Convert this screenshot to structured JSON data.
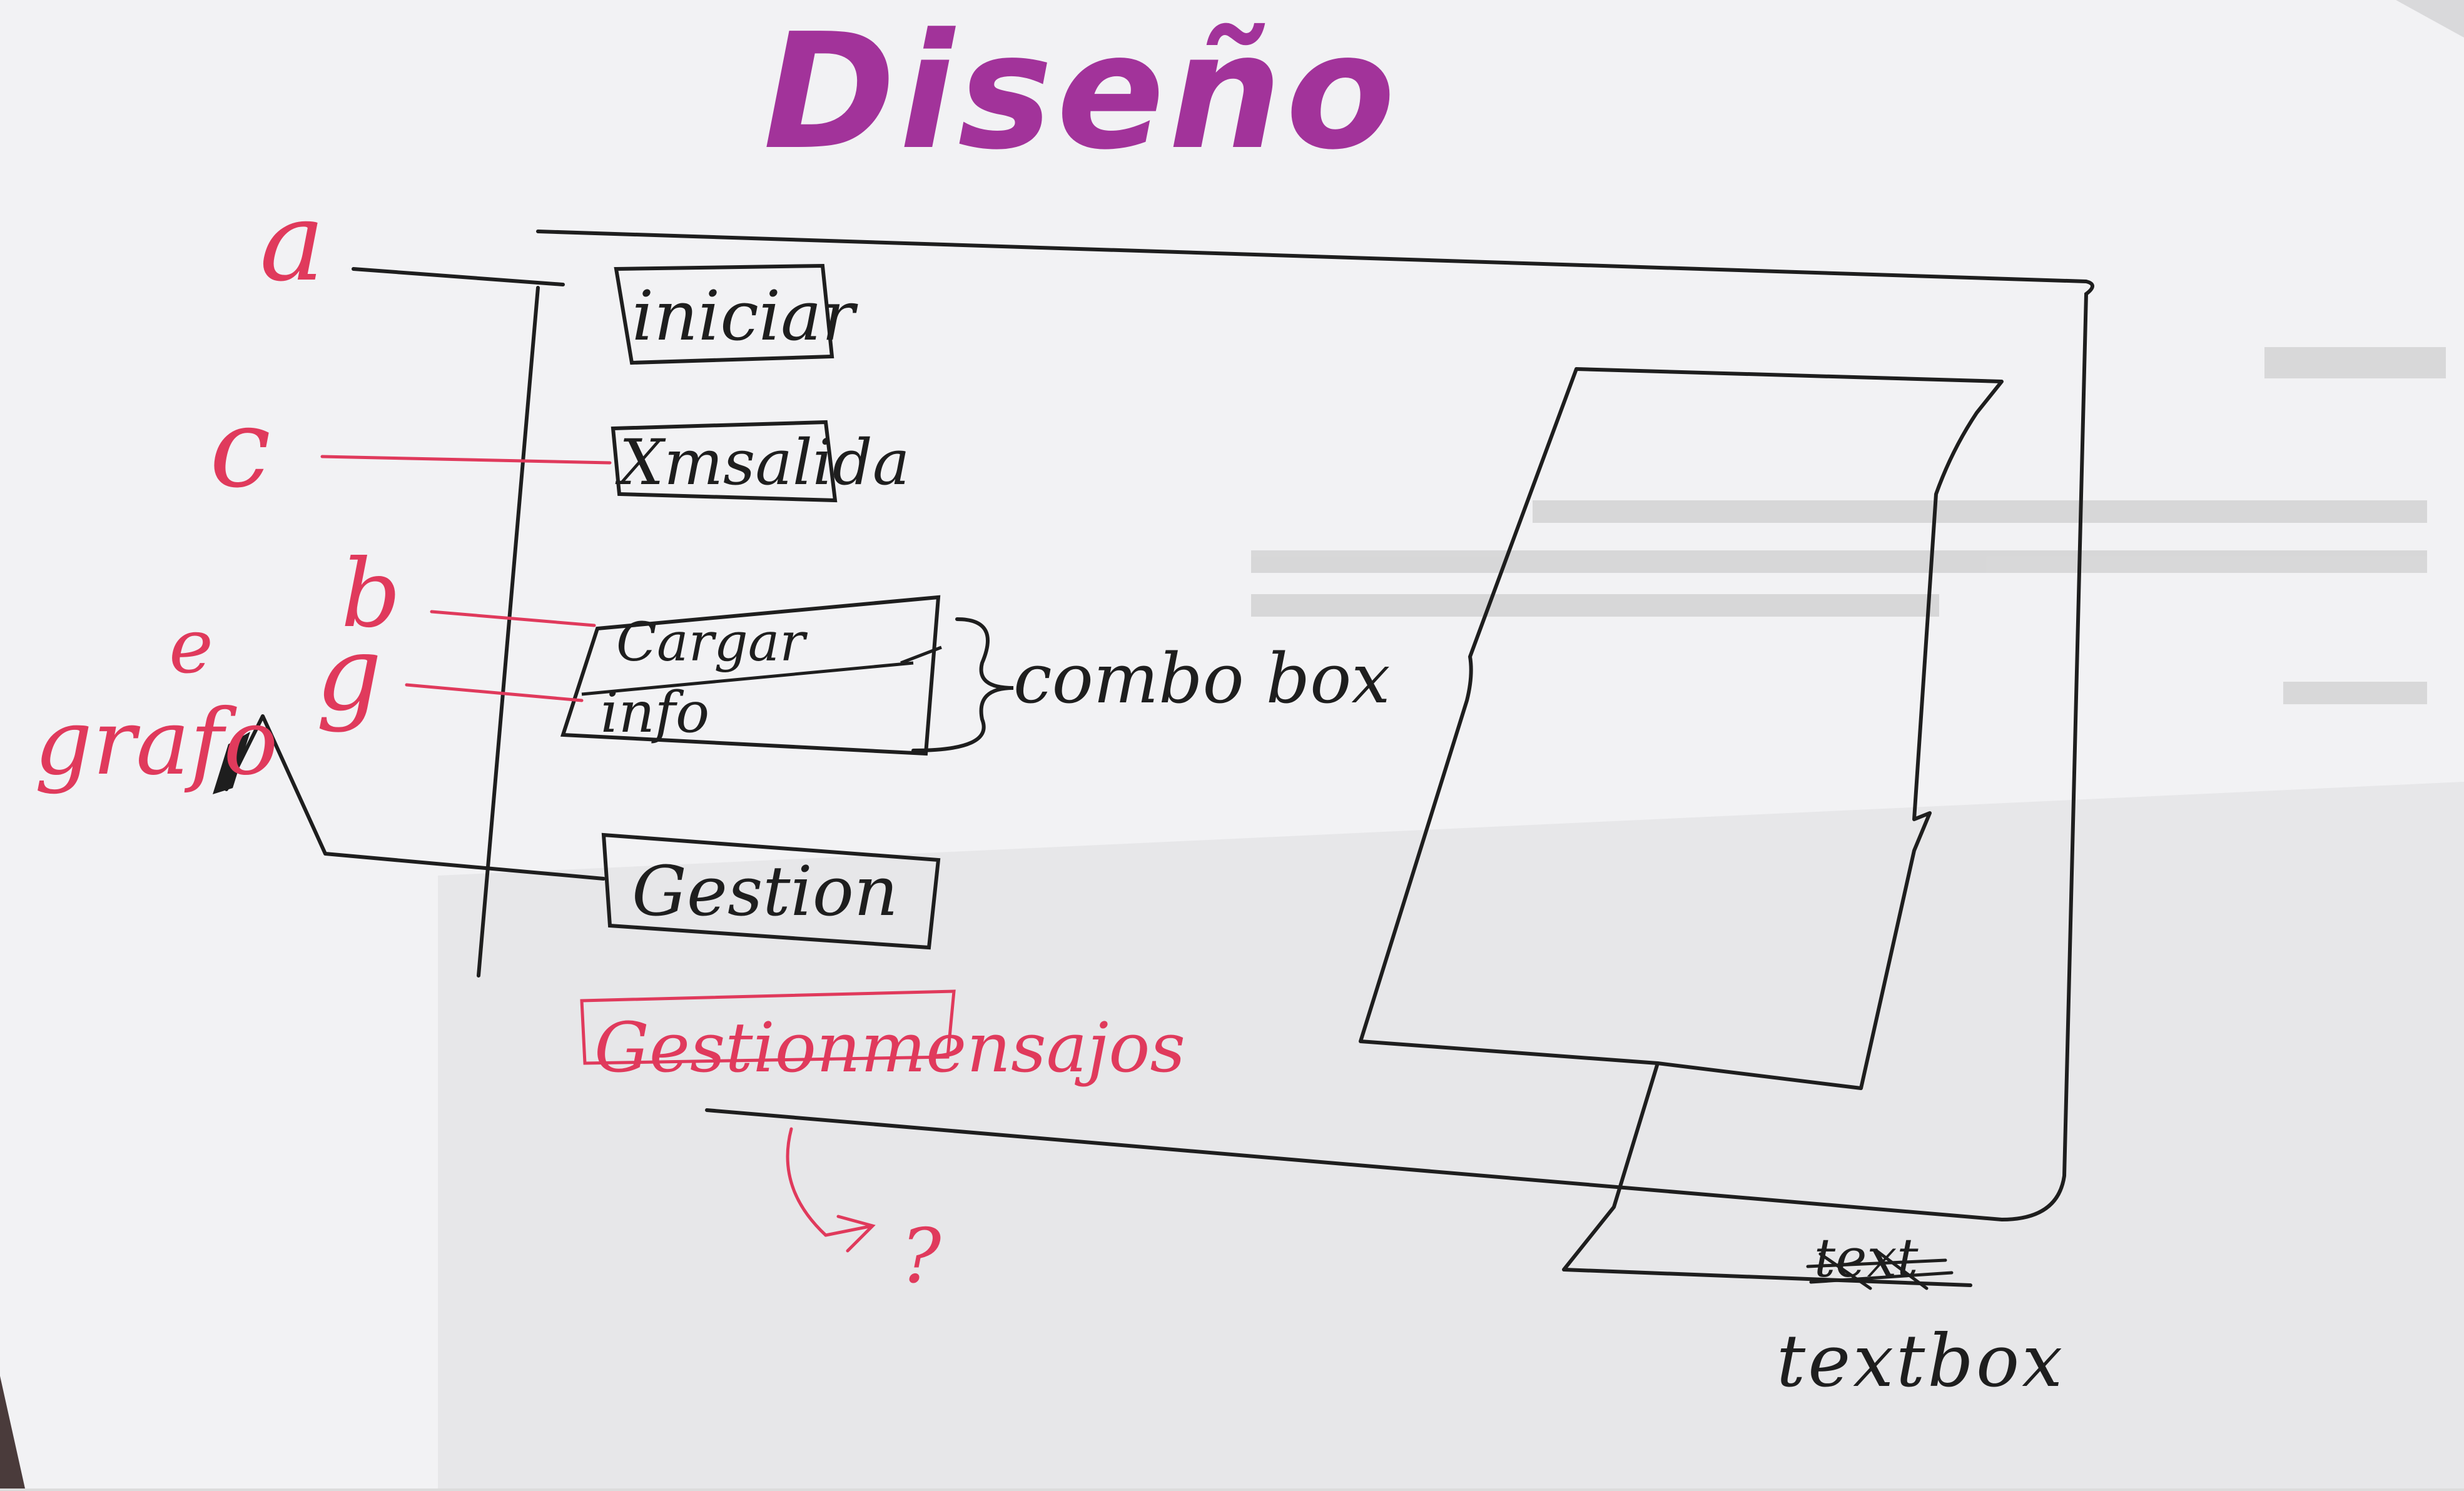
{
  "title": "Diseño",
  "markers": {
    "a": "a",
    "c": "c",
    "b": "b",
    "g": "g",
    "e": "e",
    "grafo": "grafo",
    "question": "?"
  },
  "buttons": {
    "iniciar": "iniciar",
    "xmsalida": "Xmsalida",
    "gestion": "Gestion",
    "gestion_mensajes": "Gestionmensajos"
  },
  "combo": {
    "item1": "Cargar",
    "item2": "info",
    "annotation": "combo box"
  },
  "textbox": {
    "struck": "text",
    "label": "textbox"
  },
  "colors": {
    "paper": "#f3f3f5",
    "ink_black": "#1e1e1e",
    "ink_red": "#e03a5c",
    "ink_purple": "#a2339a"
  }
}
